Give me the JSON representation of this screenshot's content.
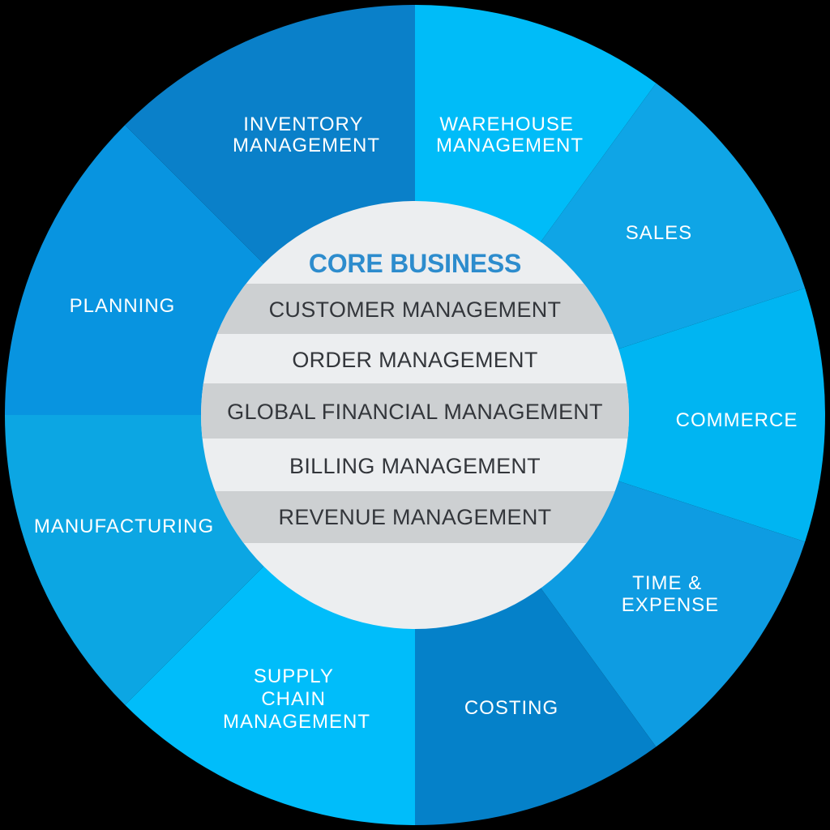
{
  "background_color": "#000000",
  "wheel": {
    "label_color": "#ffffff",
    "center": {
      "title": "CORE BUSINESS",
      "title_color": "#2d8ccd",
      "bg_color": "#eceef0",
      "stripe_color": "#cdd0d2",
      "text_color": "#33363b",
      "items": [
        "CUSTOMER MANAGEMENT",
        "ORDER MANAGEMENT",
        "GLOBAL FINANCIAL MANAGEMENT",
        "BILLING MANAGEMENT",
        "REVENUE MANAGEMENT"
      ]
    },
    "segments": [
      {
        "label": "WAREHOUSE MANAGEMENT",
        "lines": [
          "WAREHOUSE",
          "MANAGEMENT"
        ],
        "color": "#00bcf8"
      },
      {
        "label": "SALES",
        "lines": [
          "SALES"
        ],
        "color": "#0fa5e6"
      },
      {
        "label": "COMMERCE",
        "lines": [
          "COMMERCE"
        ],
        "color": "#00b5f2"
      },
      {
        "label": "TIME & EXPENSE",
        "lines": [
          "TIME &",
          "EXPENSE"
        ],
        "color": "#0e9ce2"
      },
      {
        "label": "COSTING",
        "lines": [
          "COSTING"
        ],
        "color": "#0581c9"
      },
      {
        "label": "SUPPLY CHAIN MANAGEMENT",
        "lines": [
          "SUPPLY",
          "CHAIN",
          "MANAGEMENT"
        ],
        "color": "#00bdfa"
      },
      {
        "label": "MANUFACTURING",
        "lines": [
          "MANUFACTURING"
        ],
        "color": "#0ca6e3"
      },
      {
        "label": "PLANNING",
        "lines": [
          "PLANNING"
        ],
        "color": "#0894e0"
      },
      {
        "label": "INVENTORY MANAGEMENT",
        "lines": [
          "INVENTORY",
          "MANAGEMENT"
        ],
        "color": "#0a80c9"
      }
    ]
  }
}
